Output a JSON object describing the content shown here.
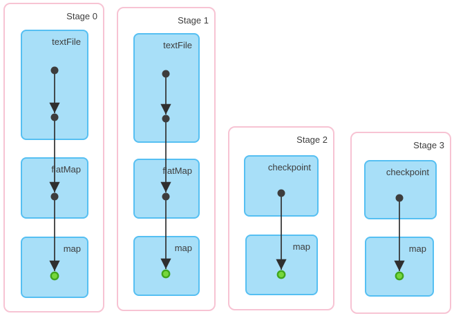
{
  "diagram": {
    "kind": "spark-dag-checkpointing",
    "stages": [
      {
        "title": "Stage 0",
        "nodes": [
          {
            "label": "textFile",
            "dark_dots": 2,
            "green_dots": 0
          },
          {
            "label": "flatMap",
            "dark_dots": 1,
            "green_dots": 0
          },
          {
            "label": "map",
            "dark_dots": 0,
            "green_dots": 1
          }
        ],
        "edges": [
          "textFile.dot1 -> textFile.dot2",
          "textFile.dot2 -> flatMap.dot",
          "flatMap.dot -> map.greenDot"
        ]
      },
      {
        "title": "Stage 1",
        "nodes": [
          {
            "label": "textFile",
            "dark_dots": 2,
            "green_dots": 0
          },
          {
            "label": "flatMap",
            "dark_dots": 1,
            "green_dots": 0
          },
          {
            "label": "map",
            "dark_dots": 0,
            "green_dots": 1
          }
        ],
        "edges": [
          "textFile.dot1 -> textFile.dot2",
          "textFile.dot2 -> flatMap.dot",
          "flatMap.dot -> map.greenDot"
        ]
      },
      {
        "title": "Stage 2",
        "nodes": [
          {
            "label": "checkpoint",
            "dark_dots": 1,
            "green_dots": 0
          },
          {
            "label": "map",
            "dark_dots": 0,
            "green_dots": 1
          }
        ],
        "edges": [
          "checkpoint.dot -> map.greenDot"
        ]
      },
      {
        "title": "Stage 3",
        "nodes": [
          {
            "label": "checkpoint",
            "dark_dots": 1,
            "green_dots": 0
          },
          {
            "label": "map",
            "dark_dots": 0,
            "green_dots": 1
          }
        ],
        "edges": [
          "checkpoint.dot -> map.greenDot"
        ]
      }
    ]
  },
  "colors": {
    "stage-bg": "#ffffff",
    "stage-border": "#f7c3d3",
    "node-fill": "#a8dff8",
    "node-border": "#55bff2",
    "label-text": "#3c3c3c",
    "edge": "#2f2f2f",
    "dot": "#3d3d3d",
    "result-dot-fill": "#76d73c",
    "result-dot-border": "#3fa51e"
  }
}
